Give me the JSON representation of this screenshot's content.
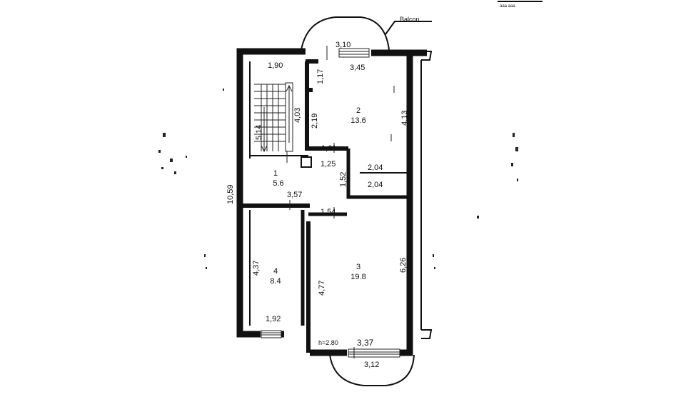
{
  "labels": {
    "balcony": "Balcon",
    "overall_height": "10,59",
    "top_bay_width": "3,10",
    "stair_width": "1,90",
    "room2_top_width": "3,45",
    "stair_height": "5,14",
    "stair_wall_height": "4,03",
    "room2_left_short": "1,17",
    "room2_left_long": "2,19",
    "room2_right": "4,13",
    "room2_bottom_left": "1,61",
    "corridor_inner_width": "1,25",
    "corridor_height": "1,52",
    "corridor_right_upper": "2,04",
    "corridor_right_lower": "2,04",
    "hall_width": "3,57",
    "room3_top_left": "1,54",
    "room4_height": "4,37",
    "room4_bottom": "1,92",
    "room3_left": "4,77",
    "room3_right": "6,26",
    "ceiling_height": "h=2.80",
    "room3_bottom_width": "3,37",
    "bottom_bay_width": "3,12",
    "corner_text": "ааа ааа"
  },
  "rooms": [
    {
      "number": "1",
      "area": "5.6"
    },
    {
      "number": "2",
      "area": "13.6"
    },
    {
      "number": "3",
      "area": "19.8"
    },
    {
      "number": "4",
      "area": "8.4"
    }
  ]
}
